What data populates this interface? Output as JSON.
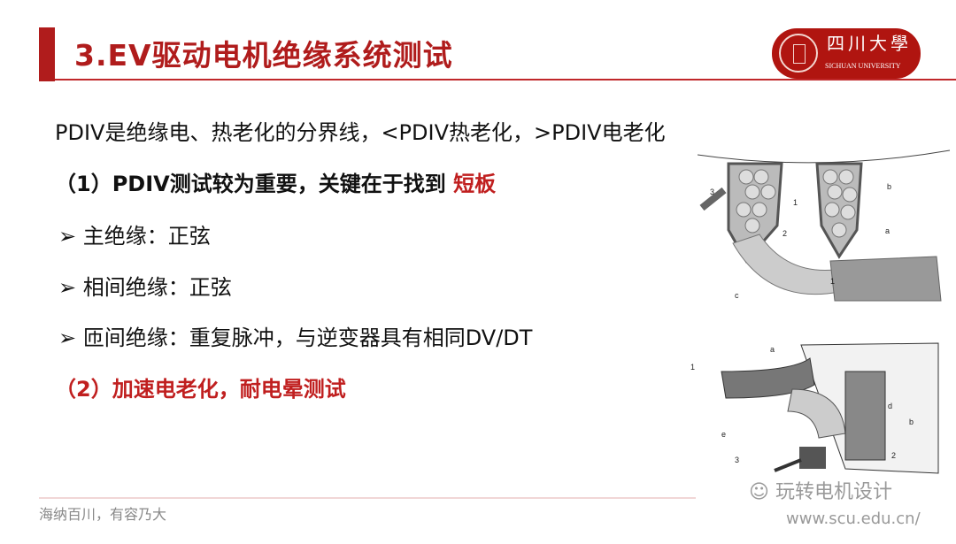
{
  "header": {
    "title": "3.EV驱动电机绝缘系统测试",
    "logo": {
      "cn": "四川大學",
      "en": "SICHUAN UNIVERSITY"
    }
  },
  "body": {
    "line1": "PDIV是绝缘电、热老化的分界线，<PDIV热老化，>PDIV电老化",
    "line2_prefix": "（1）PDIV测试较为重要，关键在于找到",
    "line2_highlight": "短板",
    "bullet_icon": "arrow-bullet-icon",
    "bullets": [
      "主绝缘：正弦",
      "相间绝缘：正弦",
      "匝间绝缘：重复脉冲，与逆变器具有相同DV/DT"
    ],
    "line6": "（2）加速电老化，耐电晕测试"
  },
  "figure_top": {
    "labels": [
      "3",
      "1",
      "2",
      "b",
      "a",
      "c",
      "1"
    ]
  },
  "figure_bottom": {
    "labels": [
      "1",
      "a",
      "d",
      "b",
      "e",
      "2",
      "3"
    ]
  },
  "footer": {
    "motto": "海纳百川，有容乃大"
  },
  "watermark": {
    "name": "玩转电机设计",
    "url": "www.scu.edu.cn/"
  },
  "colors": {
    "accent": "#b01c1c"
  }
}
